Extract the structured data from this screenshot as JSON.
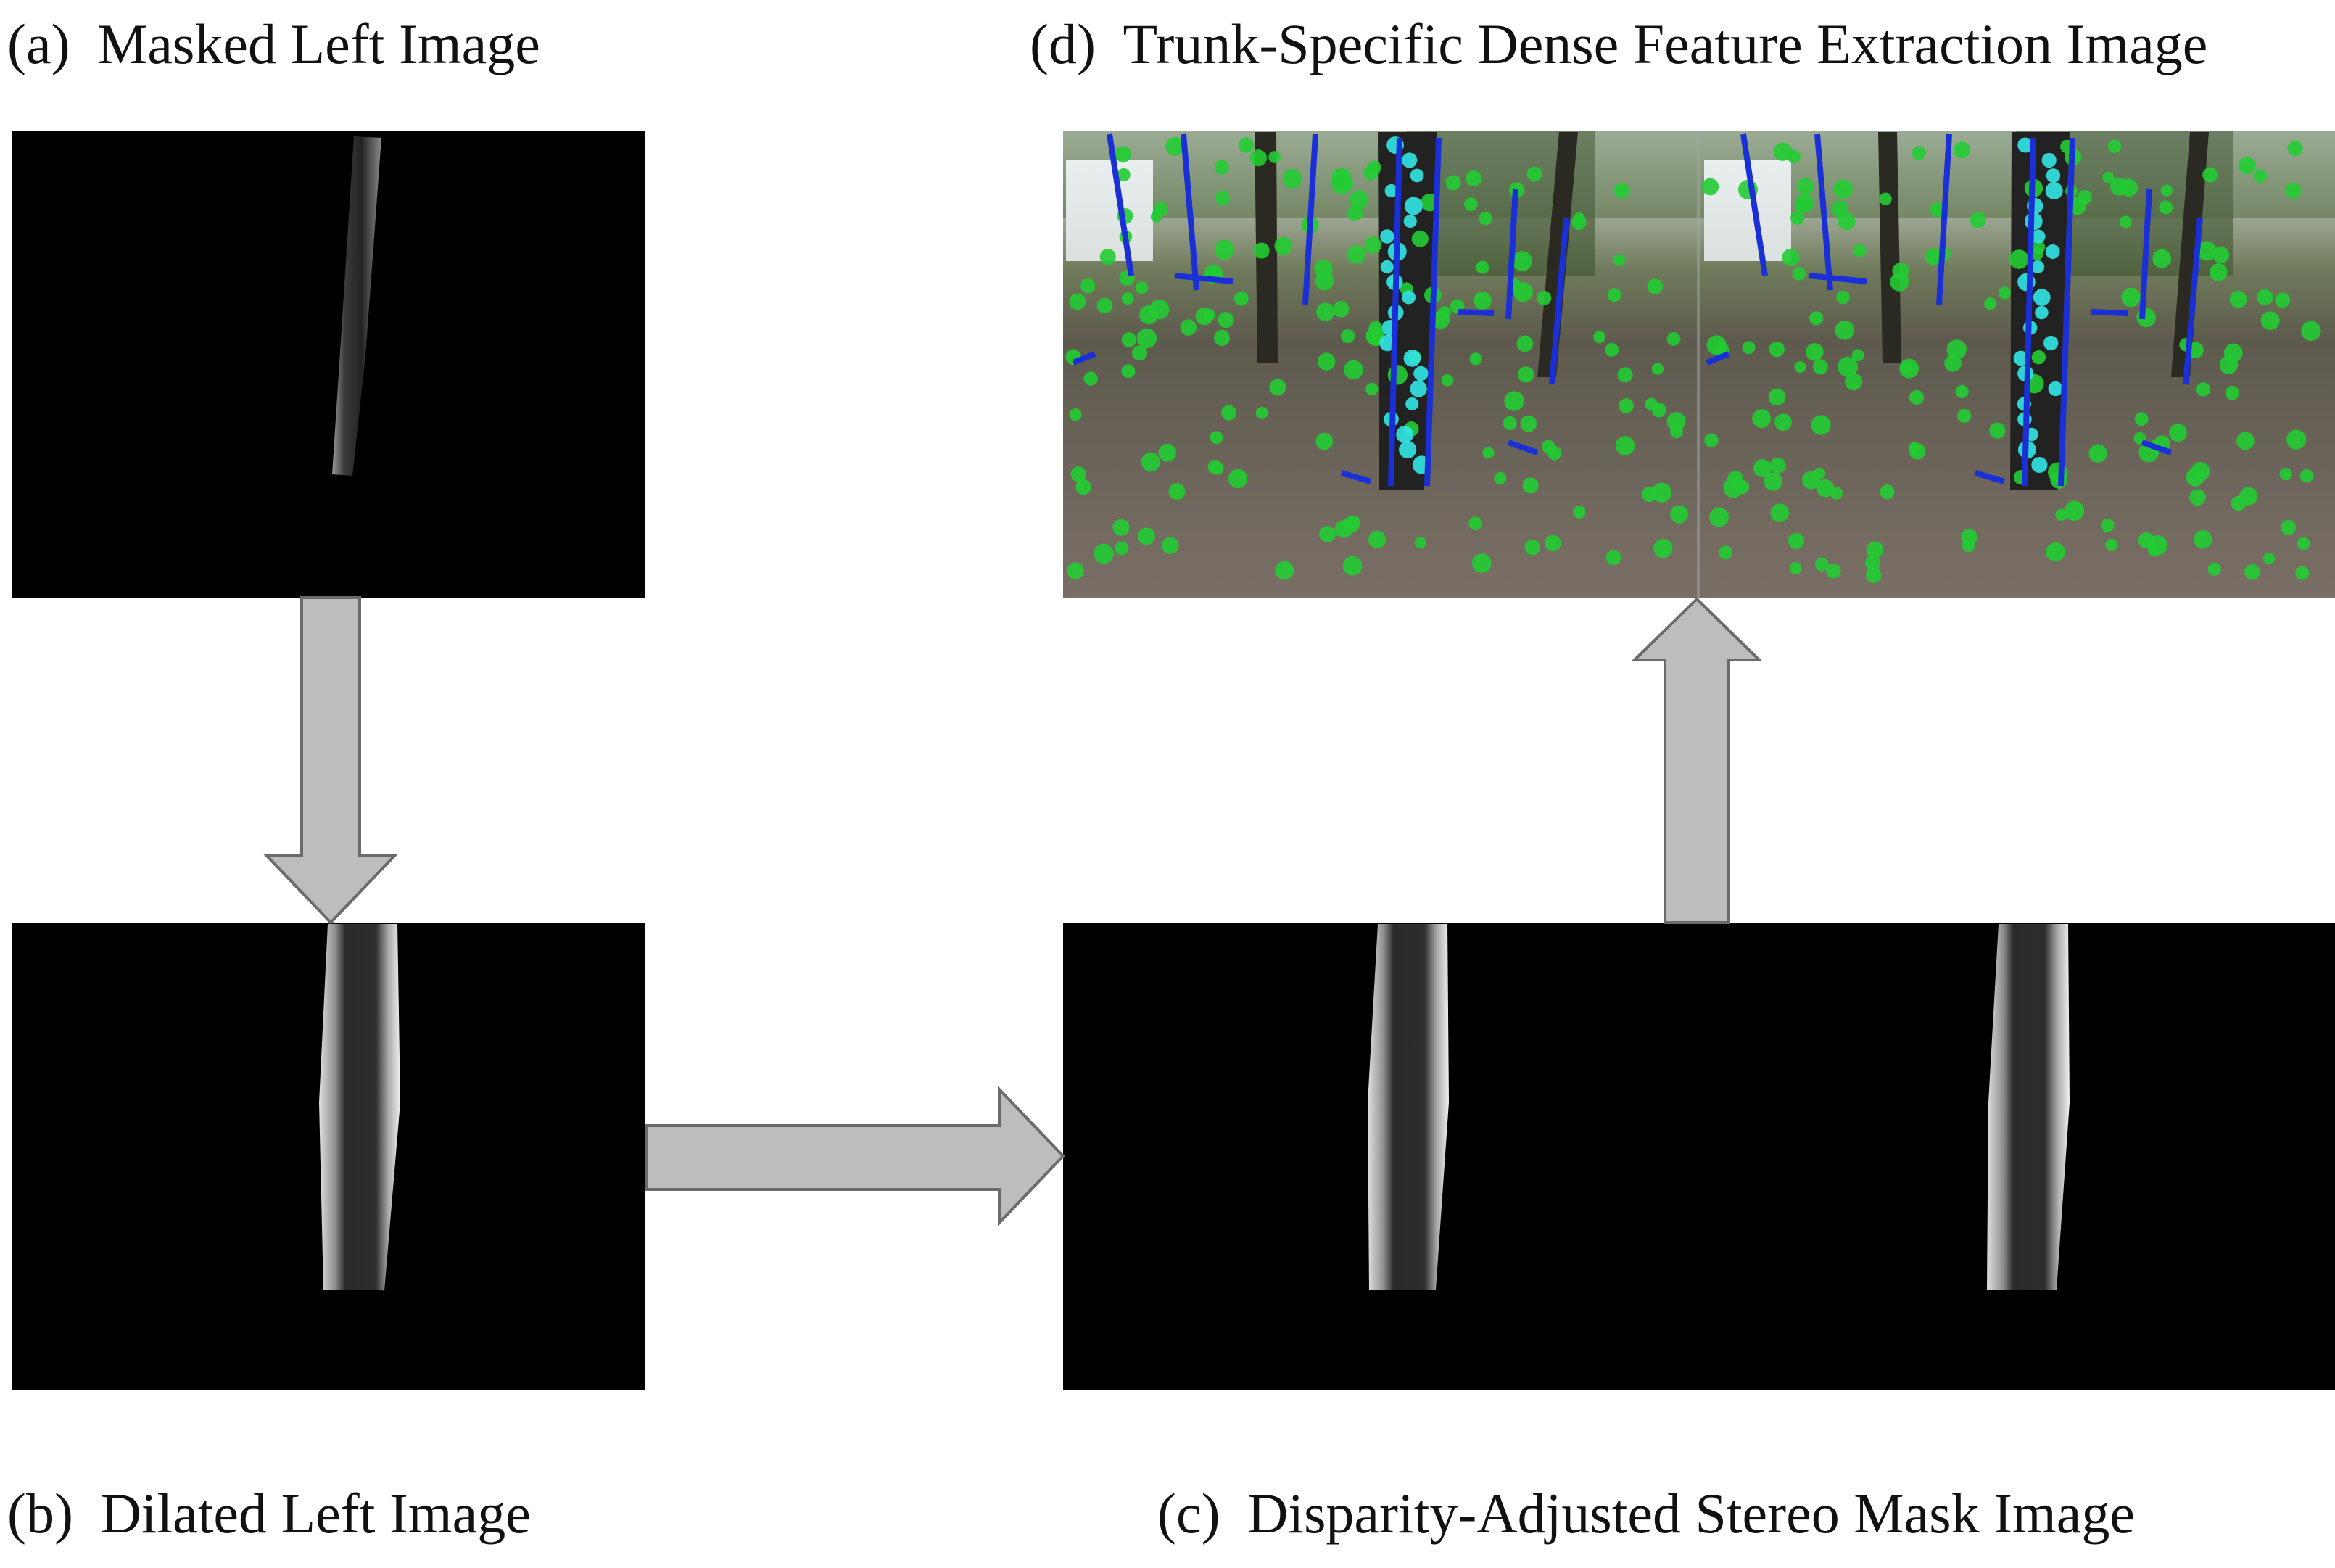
{
  "panels": {
    "a": {
      "label": "(a)",
      "title": "Masked Left Image"
    },
    "b": {
      "label": "(b)",
      "title": "Dilated Left Image"
    },
    "c": {
      "label": "(c)",
      "title": "Disparity-Adjusted Stereo Mask Image"
    },
    "d": {
      "label": "(d)",
      "title": "Trunk-Specific Dense Feature Extraction Image"
    }
  },
  "colors": {
    "mask_background": "#000000",
    "arrow_fill": "#bdbdbd",
    "arrow_stroke": "#6b6b6b",
    "feature_points": "#22cc33",
    "trunk_points": "#33e6e6",
    "line_features": "#1a2fd6"
  }
}
